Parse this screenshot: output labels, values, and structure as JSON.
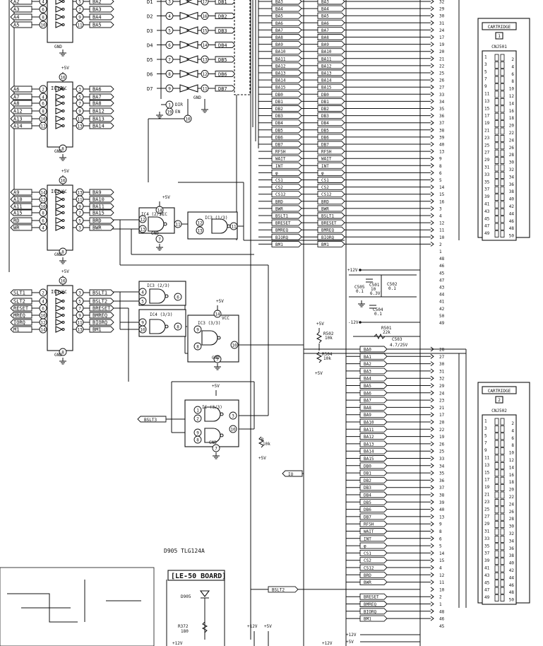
{
  "buffers": {
    "ic_top_left": {
      "in": [
        "A2",
        "A3",
        "A4",
        "A5"
      ],
      "in_pins": [
        "4",
        "6",
        "8",
        "10"
      ],
      "out": [
        "BA2",
        "BA3",
        "BA4",
        "BA5"
      ],
      "out_pins": [
        "5",
        "7",
        "9",
        "11"
      ],
      "gnd": "GND"
    },
    "ic12": {
      "name": "IC12",
      "vcc": "VCC",
      "supply": "+5V",
      "in": [
        "A6",
        "A7",
        "A8",
        "A12",
        "A13",
        "A14"
      ],
      "in_pins": [
        "2",
        "4",
        "6",
        "8",
        "10",
        "12"
      ],
      "out": [
        "BA6",
        "BA7",
        "BA8",
        "BA12",
        "BA13",
        "BA14"
      ],
      "out_pins": [
        "3",
        "5",
        "7",
        "9",
        "11",
        "13"
      ],
      "gnd": "GND",
      "vcc_pin": "16",
      "gnd_pin": "8"
    },
    "ic2": {
      "name": "IC2",
      "vcc": "VCC",
      "supply": "+5V",
      "in": [
        "A9",
        "A10",
        "A11",
        "A15",
        "RD",
        "WR"
      ],
      "in_pins": [
        "14",
        "12",
        "10",
        "8",
        "6",
        "4"
      ],
      "out": [
        "BA9",
        "BA10",
        "BA11",
        "BA15",
        "BRD",
        "BWR"
      ],
      "out_pins": [
        "13",
        "11",
        "9",
        "7",
        "5",
        "3"
      ],
      "gnd": "GND",
      "vcc_pin": "16",
      "gnd_pin": "8"
    },
    "ic1": {
      "name": "IC1",
      "vcc": "VCC",
      "supply": "+5V",
      "in": [
        "SLT1",
        "SLT2",
        "RESET",
        "MREQ",
        "IORQ",
        "M1"
      ],
      "in_pins": [
        "2",
        "4",
        "6",
        "10",
        "12",
        "14"
      ],
      "out": [
        "BSLT1",
        "BSLT2",
        "BRESET",
        "BMREQ",
        "BIORQ",
        "BM1"
      ],
      "out_pins": [
        "3",
        "5",
        "7",
        "9",
        "11",
        "13"
      ],
      "gnd": "GND",
      "vcc_pin": "16",
      "gnd_pin": "8"
    }
  },
  "transceiver": {
    "data_in": [
      "D1",
      "D2",
      "D3",
      "D4",
      "D5",
      "D6",
      "D7"
    ],
    "in_pins": [
      "3",
      "4",
      "5",
      "6",
      "7",
      "8",
      "9"
    ],
    "data_out": [
      "DB1",
      "DB2",
      "DB3",
      "DB4",
      "DB5",
      "DB6",
      "DB7"
    ],
    "out_pins": [
      "17",
      "16",
      "15",
      "14",
      "13",
      "12",
      "11"
    ],
    "dir_label": "DIR",
    "en_label": "EN",
    "gnd": "GND",
    "supply": "+5V",
    "pins": {
      "dir": "1",
      "en": "19",
      "gnd": "10"
    }
  },
  "gates": {
    "ic4_2": {
      "name": "IC4 (2/3)",
      "vcc": "VCC",
      "supply": "+5V",
      "gnd": "GND",
      "pins": [
        "12",
        "13",
        "11",
        "14",
        "7"
      ]
    },
    "ic3_1": {
      "name": "IC3 (1/3)",
      "pins": [
        "12",
        "13",
        "11"
      ]
    },
    "ic3_2": {
      "name": "IC3 (2/3)",
      "pins": [
        "4",
        "5",
        "6"
      ]
    },
    "ic4_3": {
      "name": "IC4 (3/3)",
      "pins": [
        "9",
        "10",
        "8"
      ]
    },
    "ic3_3": {
      "name": "IC3 (3/3)",
      "vcc": "VCC",
      "supply": "+5V",
      "gnd": "GND",
      "pins": [
        "14",
        "9",
        "8",
        "10",
        "7"
      ]
    },
    "ic_3_3": {
      "name": "IC (3/3)",
      "supply": "+5V",
      "gnd": "GND",
      "pins": [
        "1",
        "2",
        "3",
        "9",
        "8",
        "10",
        "7"
      ]
    }
  },
  "bus_labels": {
    "addr_top": [
      "BA3",
      "BA4",
      "BA5",
      "BA6",
      "BA7",
      "BA8",
      "BA9",
      "BA10",
      "BA11",
      "BA12",
      "BA13",
      "BA14",
      "BA15"
    ],
    "data_top": [
      "DB0",
      "DB1",
      "DB2",
      "DB3",
      "DB4",
      "DB5",
      "DB6",
      "DB7"
    ],
    "ctrl_top": [
      "RFSH",
      "WAIT",
      "INT",
      "φ",
      "CS1",
      "CS2",
      "CS12",
      "BRD",
      "BWR",
      "BSLT1"
    ],
    "ctrl_mid": [
      "BRESET",
      "BMREQ",
      "BIORQ",
      "BM1"
    ],
    "addr_bot": [
      "BA0",
      "BA1",
      "BA2",
      "BA3",
      "BA4",
      "BA5",
      "BA6",
      "BA7",
      "BA8",
      "BA9",
      "BA10",
      "BA11",
      "BA12",
      "BA13",
      "BA14",
      "BA15"
    ],
    "data_bot": [
      "DB0",
      "DB1",
      "DB2",
      "DB3",
      "DB4",
      "DB5",
      "DB6",
      "DB7"
    ],
    "ctrl_bot": [
      "RFSH",
      "WAIT",
      "INT",
      "φ",
      "CS1",
      "CS2",
      "CS12",
      "BRD",
      "BWR"
    ],
    "ctrl_bot2": [
      "BRESET",
      "BMREQ",
      "BIORQ",
      "BM1"
    ]
  },
  "pin_numbers": {
    "top": [
      "32",
      "29",
      "30",
      "31",
      "24",
      "17",
      "19",
      "20",
      "21",
      "22",
      "25",
      "26",
      "27",
      "33",
      "34",
      "35",
      "36",
      "37",
      "38",
      "39",
      "40",
      "13",
      "9",
      "8",
      "6",
      "5",
      "14",
      "15",
      "16",
      "3",
      "4",
      "12",
      "11",
      "10",
      "2",
      "1",
      "48",
      "46",
      "45",
      "47",
      "43",
      "44",
      "41",
      "42",
      "50",
      "49"
    ],
    "bottom": [
      "28",
      "27",
      "30",
      "31",
      "32",
      "29",
      "24",
      "23",
      "21",
      "17",
      "20",
      "22",
      "19",
      "26",
      "25",
      "33",
      "34",
      "35",
      "36",
      "37",
      "38",
      "39",
      "40",
      "13",
      "9",
      "8",
      "6",
      "5",
      "14",
      "15",
      "4",
      "12",
      "11",
      "10",
      "2",
      "1",
      "48",
      "46",
      "45"
    ]
  },
  "cartridge1": {
    "title": "CARTRIDGE",
    "number": "1",
    "conn": "CNJ501",
    "odd": [
      "1",
      "3",
      "5",
      "7",
      "9",
      "11",
      "13",
      "15",
      "17",
      "19",
      "21",
      "23",
      "25",
      "27",
      "29",
      "31",
      "33",
      "35",
      "37",
      "39",
      "41",
      "43",
      "45",
      "47",
      "49"
    ],
    "even": [
      "2",
      "4",
      "6",
      "8",
      "10",
      "12",
      "14",
      "16",
      "18",
      "20",
      "22",
      "24",
      "26",
      "28",
      "30",
      "32",
      "34",
      "36",
      "38",
      "40",
      "42",
      "44",
      "46",
      "48",
      "50"
    ]
  },
  "cartridge2": {
    "title": "CARTRIDGE",
    "number": "2",
    "conn": "CNJ502",
    "odd": [
      "1",
      "3",
      "5",
      "7",
      "9",
      "11",
      "13",
      "15",
      "17",
      "19",
      "21",
      "23",
      "25",
      "27",
      "29",
      "31",
      "33",
      "35",
      "37",
      "39",
      "41",
      "43",
      "45",
      "47",
      "49"
    ],
    "even": [
      "2",
      "4",
      "6",
      "8",
      "10",
      "12",
      "14",
      "16",
      "18",
      "20",
      "22",
      "24",
      "26",
      "28",
      "30",
      "32",
      "34",
      "36",
      "38",
      "40",
      "42",
      "44",
      "46",
      "48",
      "50"
    ]
  },
  "power": {
    "p12": "+12V",
    "m12": "-12V",
    "p5": "+5V",
    "c505": "C505",
    "c505v": "0.1",
    "c501": "C501",
    "c501v": "10",
    "c501r": "6.3V",
    "c502": "C502",
    "c502v": "0.1",
    "c504": "C504",
    "c504v": "0.1",
    "r501": "R501",
    "r501v": "22k",
    "c503": "C503",
    "c503v": "4.7/25V",
    "r502": "R502",
    "r502v": "10k",
    "r504": "R504",
    "r504v": "10k",
    "r": "R",
    "rv": "10k"
  },
  "signals": {
    "bslt3": "BSLT3",
    "bslt2": "BSLT2",
    "io": "IO"
  },
  "footer": {
    "part": "D905  TLG124A",
    "board": "[LE-50 BOARD]",
    "led": "D905",
    "r372": "R372",
    "r372v": "180",
    "p12": "+12V",
    "p5": "+5V",
    "p12b": "+12V",
    "p12c": "+12V",
    "p5b": "+5V"
  }
}
